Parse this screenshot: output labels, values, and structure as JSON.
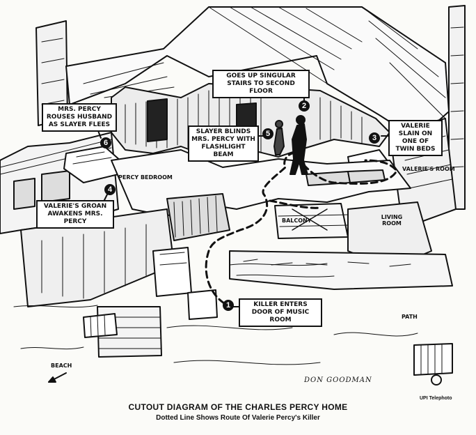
{
  "callouts": {
    "c1": "KILLER ENTERS DOOR OF MUSIC ROOM",
    "c2": "GOES UP SINGULAR STAIRS TO SECOND FLOOR",
    "c3": "VALERIE SLAIN ON ONE OF TWIN BEDS",
    "c4": "VALERIE'S GROAN AWAKENS MRS. PERCY",
    "c5": "SLAYER BLINDS MRS. PERCY WITH FLASHLIGHT BEAM",
    "c6": "MRS. PERCY ROUSES HUSBAND AS SLAYER FLEES"
  },
  "steps": [
    "1",
    "2",
    "3",
    "4",
    "5",
    "6"
  ],
  "labels": {
    "percy_bedroom": "PERCY BEDROOM",
    "valeries_room": "VALERIE'S ROOM",
    "balcony": "BALCONY",
    "living_room": "LIVING ROOM",
    "path": "PATH",
    "beach": "BEACH"
  },
  "signature": "DON GOODMAN",
  "credit": "UPI Telephoto",
  "caption": {
    "title": "CUTOUT DIAGRAM OF THE CHARLES PERCY HOME",
    "subtitle": "Dotted Line Shows Route Of Valerie Percy's Killer"
  }
}
